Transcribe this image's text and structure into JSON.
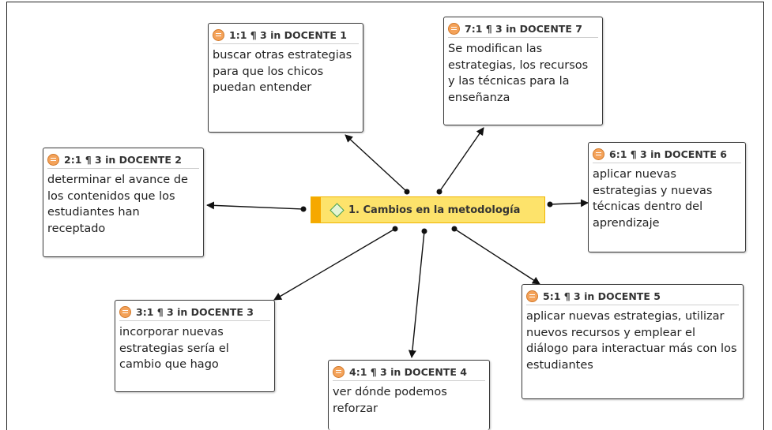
{
  "code": {
    "label": "1.  Cambios en la metodología",
    "color": "#fde36b",
    "icon": "diamond-icon"
  },
  "quotations": [
    {
      "header": "1:1 ¶ 3 in DOCENTE 1",
      "text": "buscar otras estrategias para que los chicos puedan entender"
    },
    {
      "header": "2:1 ¶ 3 in DOCENTE 2",
      "text": "determinar el avance de los contenidos que los estudiantes han receptado"
    },
    {
      "header": "3:1 ¶ 3 in DOCENTE 3",
      "text": "incorporar nuevas estrategias sería el cambio que hago"
    },
    {
      "header": "4:1 ¶ 3 in DOCENTE 4",
      "text": "ver dónde podemos reforzar"
    },
    {
      "header": "5:1 ¶ 3 in DOCENTE 5",
      "text": "aplicar nuevas estrategias, utilizar nuevos recursos y emplear el diálogo para interactuar más con los estudiantes"
    },
    {
      "header": "6:1 ¶ 3 in DOCENTE 6",
      "text": "aplicar nuevas estrategias y nuevas técnicas dentro del aprendizaje"
    },
    {
      "header": "7:1 ¶ 3 in DOCENTE 7",
      "text": "Se modifican las estrategias, los recursos y las técnicas para la enseñanza"
    }
  ]
}
